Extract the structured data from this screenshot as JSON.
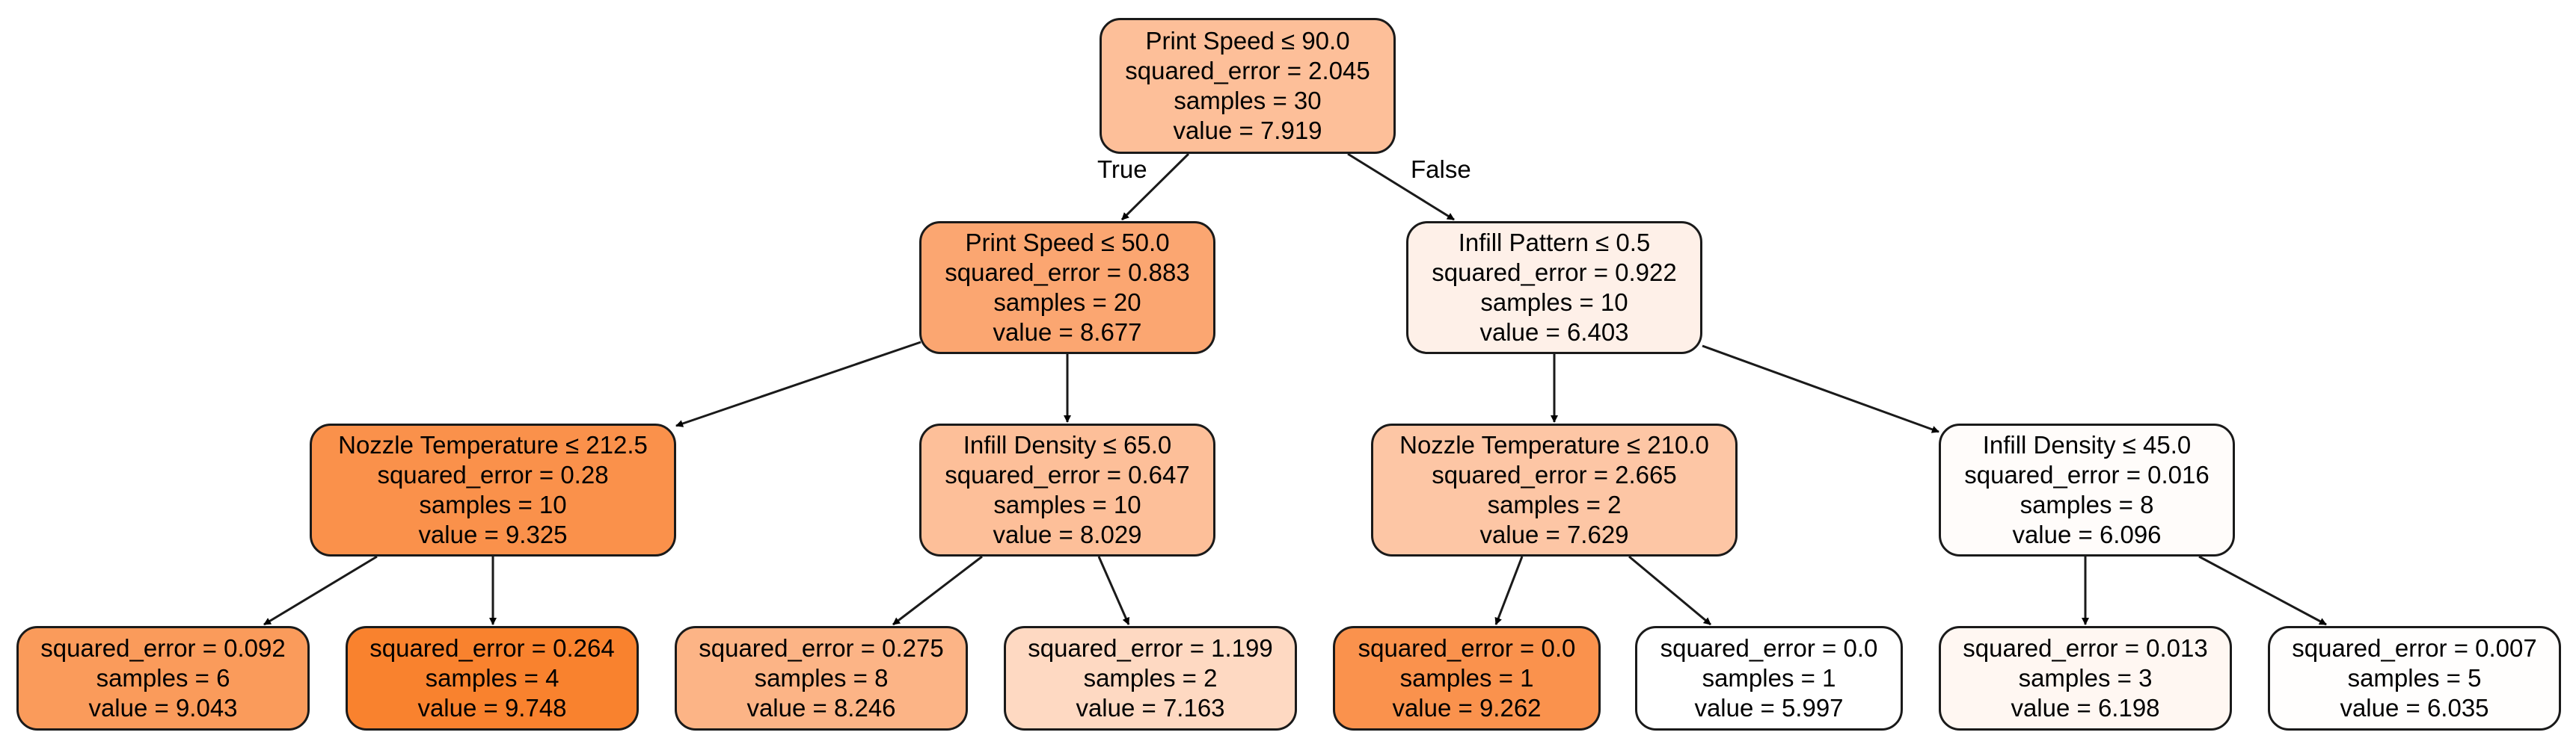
{
  "edge_labels": {
    "true_label": "True",
    "false_label": "False"
  },
  "nodes": {
    "n0": {
      "lines": [
        "Print Speed ≤ 90.0",
        "squared_error = 2.045",
        "samples = 30",
        "value = 7.919"
      ],
      "fill": "#fdbf99"
    },
    "n1": {
      "lines": [
        "Print Speed ≤ 50.0",
        "squared_error = 0.883",
        "samples = 20",
        "value = 8.677"
      ],
      "fill": "#fba671"
    },
    "n2": {
      "lines": [
        "Infill Pattern ≤ 0.5",
        "squared_error = 0.922",
        "samples = 10",
        "value = 6.403"
      ],
      "fill": "#fef0e8"
    },
    "n3": {
      "lines": [
        "Nozzle Temperature ≤ 212.5",
        "squared_error = 0.28",
        "samples = 10",
        "value = 9.325"
      ],
      "fill": "#fa914b"
    },
    "n4": {
      "lines": [
        "Infill Density ≤ 65.0",
        "squared_error = 0.647",
        "samples = 10",
        "value = 8.029"
      ],
      "fill": "#fdbf99"
    },
    "n5": {
      "lines": [
        "Nozzle Temperature ≤ 210.0",
        "squared_error = 2.665",
        "samples = 2",
        "value = 7.629"
      ],
      "fill": "#fdc6a5"
    },
    "n6": {
      "lines": [
        "Infill Density ≤ 45.0",
        "squared_error = 0.016",
        "samples = 8",
        "value = 6.096"
      ],
      "fill": "#fffcfa"
    },
    "n7": {
      "lines": [
        "squared_error = 0.092",
        "samples = 6",
        "value = 9.043"
      ],
      "fill": "#fa9b5b"
    },
    "n8": {
      "lines": [
        "squared_error = 0.264",
        "samples = 4",
        "value = 9.748"
      ],
      "fill": "#f9822e"
    },
    "n9": {
      "lines": [
        "squared_error = 0.275",
        "samples = 8",
        "value = 8.246"
      ],
      "fill": "#fcb486"
    },
    "n10": {
      "lines": [
        "squared_error = 1.199",
        "samples = 2",
        "value = 7.163"
      ],
      "fill": "#fed9c2"
    },
    "n11": {
      "lines": [
        "squared_error = 0.0",
        "samples = 1",
        "value = 9.262"
      ],
      "fill": "#fa924d"
    },
    "n12": {
      "lines": [
        "squared_error = 0.0",
        "samples = 1",
        "value = 5.997"
      ],
      "fill": "#ffffff"
    },
    "n13": {
      "lines": [
        "squared_error = 0.013",
        "samples = 3",
        "value = 6.198"
      ],
      "fill": "#fff7f2"
    },
    "n14": {
      "lines": [
        "squared_error = 0.007",
        "samples = 5",
        "value = 6.035"
      ],
      "fill": "#fffefd"
    }
  }
}
